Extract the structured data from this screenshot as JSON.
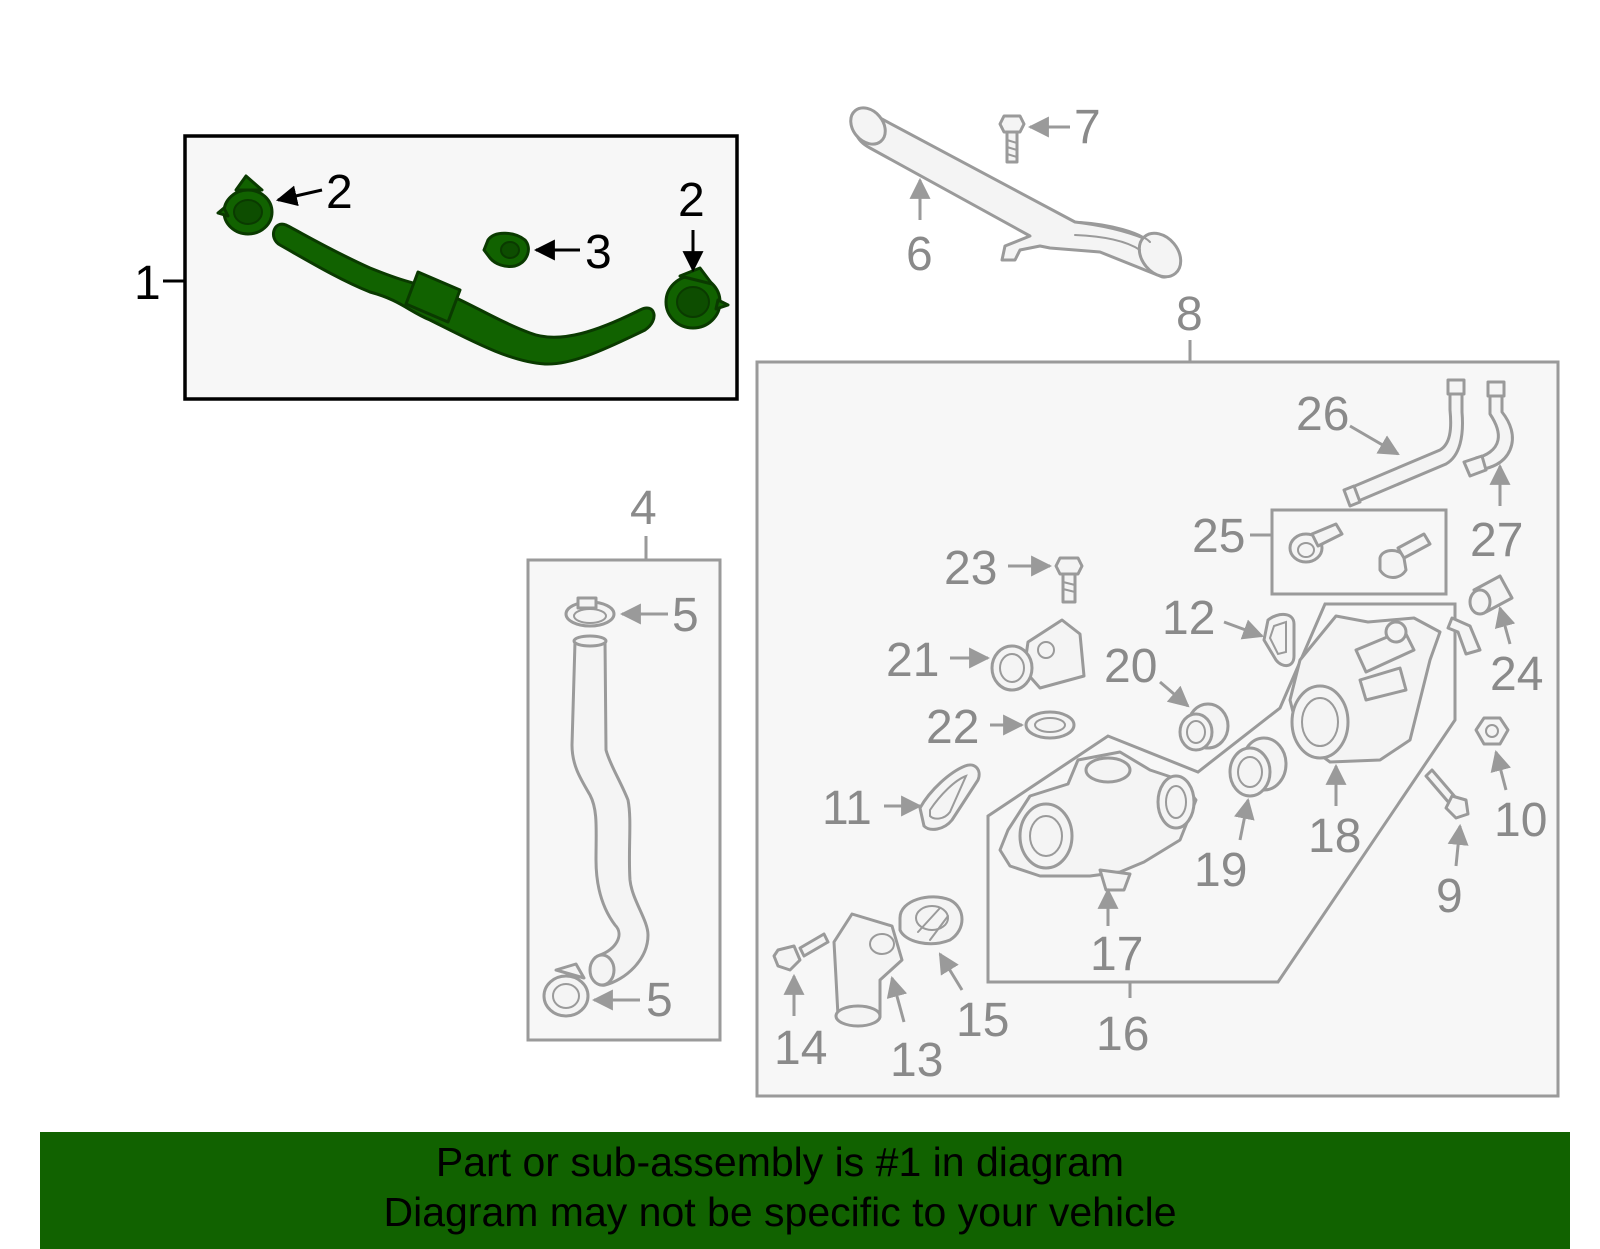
{
  "diagram": {
    "callouts": {
      "c1": "1",
      "c2a": "2",
      "c2b": "2",
      "c3": "3",
      "c4": "4",
      "c5a": "5",
      "c5b": "5",
      "c6": "6",
      "c7": "7",
      "c8": "8",
      "c9": "9",
      "c10": "10",
      "c11": "11",
      "c12": "12",
      "c13": "13",
      "c14": "14",
      "c15": "15",
      "c16": "16",
      "c17": "17",
      "c18": "18",
      "c19": "19",
      "c20": "20",
      "c21": "21",
      "c22": "22",
      "c23": "23",
      "c24": "24",
      "c25": "25",
      "c26": "26",
      "c27": "27"
    },
    "highlight_color": "#116200"
  },
  "banner": {
    "line1": "Part or sub-assembly is #1 in diagram",
    "line2": "Diagram may not be specific to your vehicle",
    "background": "#116200"
  }
}
